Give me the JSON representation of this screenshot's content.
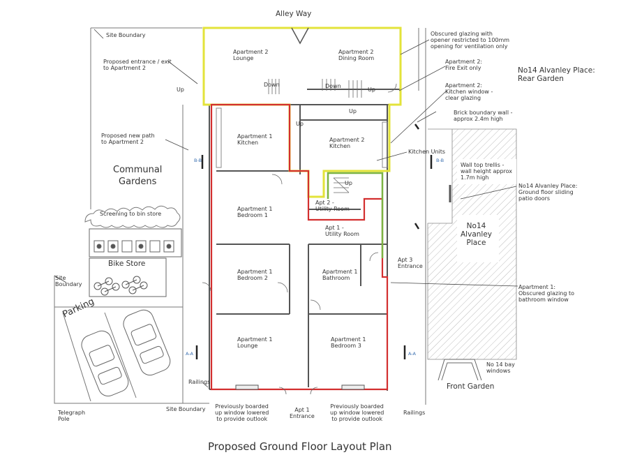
{
  "title": "Proposed Ground Floor Layout Plan",
  "colors": {
    "apt1": "#d32f2f",
    "apt2": "#e3e33a",
    "apt3": "#7cb342",
    "wall": "#555555",
    "hatch": "#bbbbbb"
  },
  "labels": {
    "alley_way": "Alley Way",
    "site_boundary_top": "Site Boundary",
    "site_boundary_left": [
      "Site",
      "Boundary"
    ],
    "site_boundary_bottom": "Site Boundary",
    "proposed_entrance": [
      "Proposed entrance / exit",
      "to Apartment 2"
    ],
    "proposed_path": [
      "Proposed new path",
      "to Apartment 2"
    ],
    "communal_gardens": [
      "Communal",
      "Gardens"
    ],
    "screening": "Screening to bin store",
    "bike_store": "Bike Store",
    "parking": "Parking",
    "railings_left": "Railings",
    "railings_right": "Railings",
    "telegraph_pole": [
      "Telegraph",
      "Pole"
    ],
    "boarded_left": [
      "Previously boarded",
      "up window lowered",
      "to provide outlook"
    ],
    "boarded_right": [
      "Previously boarded",
      "up window lowered",
      "to provide outlook"
    ],
    "apt1_entrance": [
      "Apt 1",
      "Entrance"
    ],
    "obscured_top": [
      "Obscured glazing with",
      "opener restricted to 100mm",
      "opening for ventilation only"
    ],
    "fire_exit": [
      "Apartment 2:",
      "Fire Exit only"
    ],
    "kitchen_window": [
      "Apartment 2:",
      "Kitchen window -",
      "clear glazing"
    ],
    "rear_garden": [
      "No14 Alvanley Place:",
      "Rear Garden"
    ],
    "brick_wall": [
      "Brick boundary wall -",
      "approx 2.4m high"
    ],
    "kitchen_units": "Kitchen Units",
    "trellis": [
      "Wall top trellis -",
      "wall height approx",
      "1.7m high"
    ],
    "patio_doors": [
      "No14 Alvanley Place:",
      "Ground floor sliding",
      "patio doors"
    ],
    "no14_place": [
      "No14",
      "Alvanley",
      "Place"
    ],
    "apt3_entrance": [
      "Apt 3",
      "Entrance"
    ],
    "obscured_bathroom": [
      "Apartment 1:",
      "Obscured glazing to",
      "bathroom window"
    ],
    "bay_windows": [
      "No 14 bay",
      "windows"
    ],
    "front_garden": "Front Garden",
    "up": "Up",
    "down": "Down",
    "section_aa": "A-A",
    "section_bb": "B-B"
  },
  "rooms": {
    "apt2_lounge": [
      "Apartment 2",
      "Lounge"
    ],
    "apt2_dining": [
      "Apartment 2",
      "Dining Room"
    ],
    "apt1_kitchen": [
      "Apartment 1",
      "Kitchen"
    ],
    "apt2_kitchen": [
      "Apartment 2",
      "Kitchen"
    ],
    "apt1_bedroom1": [
      "Apartment 1",
      "Bedroom 1"
    ],
    "apt2_utility": [
      "Apt 2 -",
      "Utility Room"
    ],
    "apt1_utility": [
      "Apt 1 -",
      "Utility Room"
    ],
    "apt1_bedroom2": [
      "Apartment 1",
      "Bedroom 2"
    ],
    "apt1_bathroom": [
      "Apartment 1",
      "Bathroom"
    ],
    "apt1_lounge": [
      "Apartment 1",
      "Lounge"
    ],
    "apt1_bedroom3": [
      "Apartment 1",
      "Bedroom 3"
    ]
  }
}
